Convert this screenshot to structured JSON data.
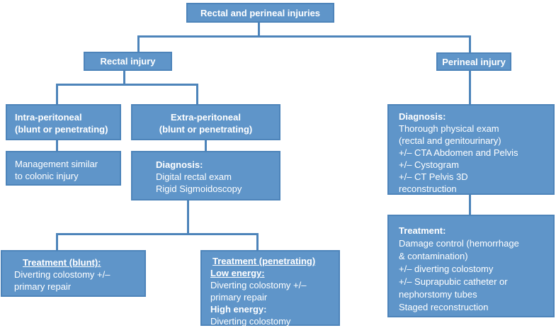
{
  "colors": {
    "box_fill": "#5f95c9",
    "box_border": "#4d84ba",
    "connector": "#4d84ba",
    "text": "#ffffff",
    "background": "#ffffff"
  },
  "nodes": {
    "root": {
      "label": "Rectal and perineal injuries"
    },
    "rectal_injury": {
      "label": "Rectal injury"
    },
    "perineal_injury": {
      "label": "Perineal injury"
    },
    "intra_peritoneal": {
      "line1": "Intra-peritoneal",
      "line2": "(blunt or penetrating)"
    },
    "extra_peritoneal": {
      "line1": "Extra-peritoneal",
      "line2": "(blunt or penetrating)"
    },
    "colonic_management": {
      "line1": "Management similar",
      "line2": "to colonic injury"
    },
    "rectal_diagnosis": {
      "heading": "Diagnosis:",
      "line1": "Digital rectal exam",
      "line2": "Rigid Sigmoidoscopy"
    },
    "perineal_diagnosis": {
      "heading": "Diagnosis:",
      "line1": "Thorough physical exam",
      "line2": "(rectal and genitourinary)",
      "line3": "+/– CTA Abdomen and Pelvis",
      "line4": "+/– Cystogram",
      "line5": "+/– CT Pelvis 3D",
      "line6": "reconstruction"
    },
    "treatment_blunt": {
      "heading": "Treatment (blunt):",
      "line1": "Diverting colostomy +/–",
      "line2": "primary repair"
    },
    "treatment_penetrating": {
      "heading": "Treatment (penetrating)",
      "subheading1": "Low energy:",
      "line1": "Diverting colostomy +/–",
      "line2": "primary repair",
      "subheading2": "High energy:",
      "line3": "Diverting colostomy"
    },
    "perineal_treatment": {
      "heading": "Treatment:",
      "line1": "Damage control (hemorrhage",
      "line2": "& contamination)",
      "line3": "+/– diverting colostomy",
      "line4": "+/– Suprapubic catheter or",
      "line5": "nephorstomy tubes",
      "line6": "Staged reconstruction"
    }
  }
}
